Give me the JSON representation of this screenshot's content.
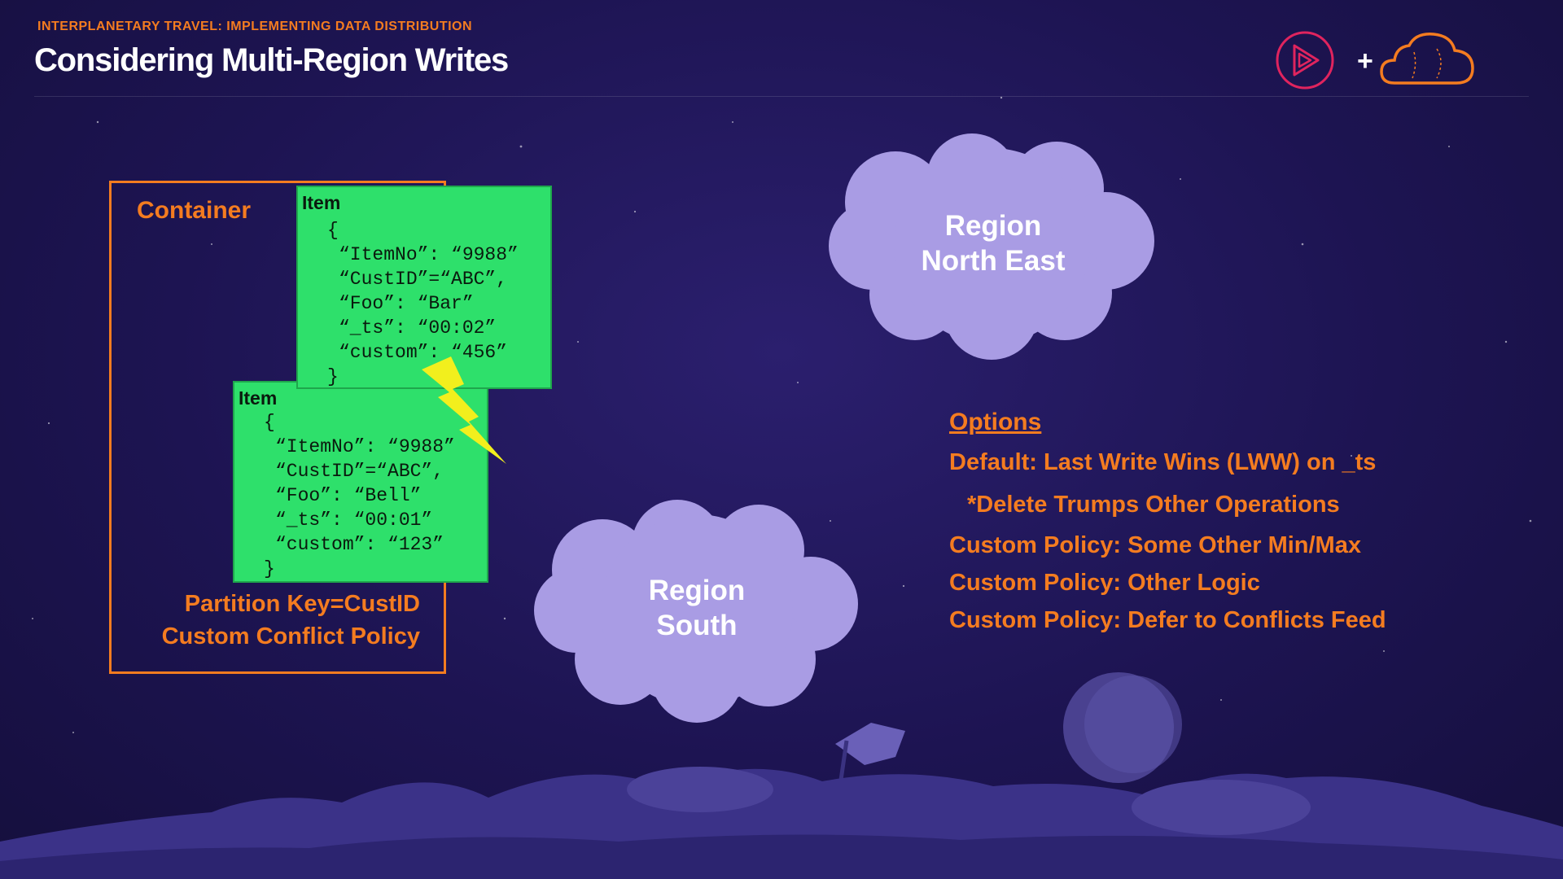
{
  "header": {
    "overline": "INTERPLANETARY TRAVEL: IMPLEMENTING DATA DISTRIBUTION",
    "title": "Considering Multi-Region Writes",
    "plus": "+"
  },
  "container": {
    "label": "Container",
    "partition_key": "Partition Key=CustID",
    "conflict_policy": "Custom Conflict Policy",
    "items": [
      {
        "title": "Item",
        "lines": [
          "{",
          "“ItemNo”: “9988”",
          "“CustID”=“ABC”,",
          "“Foo”: “Bar”",
          "“_ts”: “00:02”",
          "“custom”: “456”",
          "}"
        ]
      },
      {
        "title": "Item",
        "lines": [
          "{",
          "“ItemNo”: “9988”",
          "“CustID”=“ABC”,",
          "“Foo”: “Bell”",
          "“_ts”: “00:01”",
          "“custom”: “123”",
          "}"
        ]
      }
    ]
  },
  "regions": [
    {
      "line1": "Region",
      "line2": "North East"
    },
    {
      "line1": "Region",
      "line2": "South"
    }
  ],
  "options": {
    "heading": "Options",
    "lines": [
      "Default: Last Write Wins (LWW) on _ts",
      "*Delete Trumps Other Operations",
      "Custom Policy: Some Other Min/Max",
      "Custom Policy: Other Logic",
      "Custom Policy: Defer to Conflicts Feed"
    ]
  },
  "colors": {
    "accent": "#f47c20",
    "item_card": "#2ee06b",
    "cloud": "#a99ce4",
    "bolt": "#f2ef1d",
    "background": "#1d1452"
  },
  "icons": [
    "play-logo-icon",
    "cloud-logo-icon",
    "lightning-bolt-icon"
  ]
}
